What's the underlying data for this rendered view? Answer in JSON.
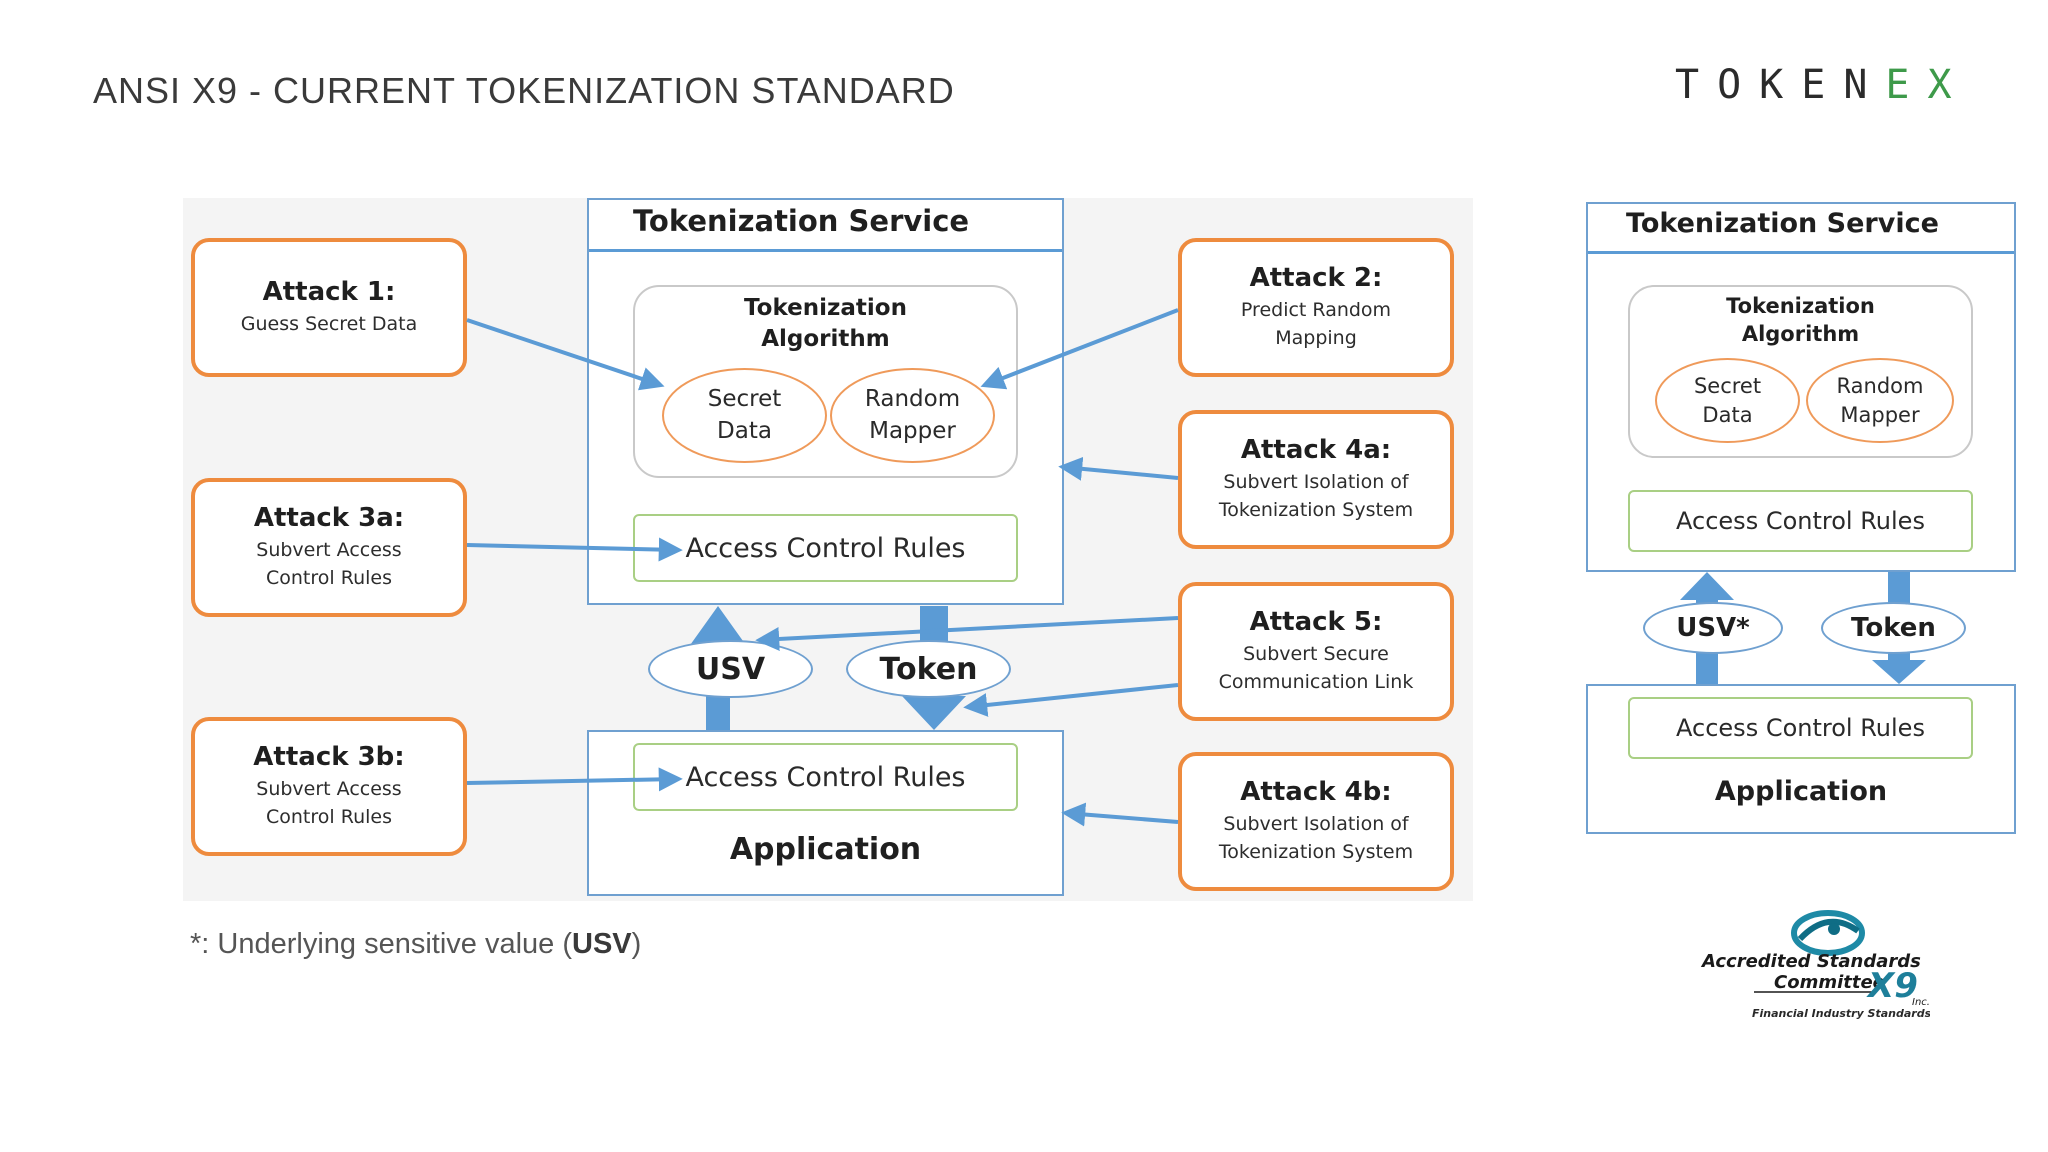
{
  "header": {
    "title": "ANSI X9 - CURRENT TOKENIZATION STANDARD",
    "brand_main": "TOKEN",
    "brand_accent": "EX"
  },
  "main_diagram": {
    "service_title": "Tokenization Service",
    "algorithm_line1": "Tokenization",
    "algorithm_line2": "Algorithm",
    "secret_line1": "Secret",
    "secret_line2": "Data",
    "mapper_line1": "Random",
    "mapper_line2": "Mapper",
    "acr_service": "Access Control Rules",
    "acr_app": "Access Control Rules",
    "application": "Application",
    "usv": "USV",
    "token": "Token",
    "attacks": [
      {
        "title": "Attack 1:",
        "desc": "Guess Secret Data"
      },
      {
        "title": "Attack 2:",
        "desc": "Predict Random\nMapping"
      },
      {
        "title": "Attack 3a:",
        "desc": "Subvert Access\nControl Rules"
      },
      {
        "title": "Attack 4a:",
        "desc": "Subvert Isolation of\nTokenization System"
      },
      {
        "title": "Attack 5:",
        "desc": "Subvert Secure\nCommunication Link"
      },
      {
        "title": "Attack 3b:",
        "desc": "Subvert Access\nControl Rules"
      },
      {
        "title": "Attack 4b:",
        "desc": "Subvert Isolation of\nTokenization System"
      }
    ]
  },
  "side_diagram": {
    "service_title": "Tokenization Service",
    "algorithm_line1": "Tokenization",
    "algorithm_line2": "Algorithm",
    "secret_line1": "Secret",
    "secret_line2": "Data",
    "mapper_line1": "Random",
    "mapper_line2": "Mapper",
    "acr_service": "Access Control Rules",
    "acr_app": "Access Control Rules",
    "application": "Application",
    "usv": "USV*",
    "token": "Token"
  },
  "footnote": {
    "prefix": "*: Underlying sensitive value (",
    "term": "USV",
    "suffix": ")"
  },
  "logo": {
    "line1": "Accredited Standards",
    "line2": "Committee",
    "mark": "X9",
    "suffix": "Inc.",
    "tagline": "Financial Industry Standards"
  },
  "colors": {
    "attack_border": "#ee8b3e",
    "service_border": "#5b9bd5",
    "acr_border": "#a9cf84",
    "arrow": "#5b9bd5",
    "brand_accent": "#3e9a4a"
  }
}
